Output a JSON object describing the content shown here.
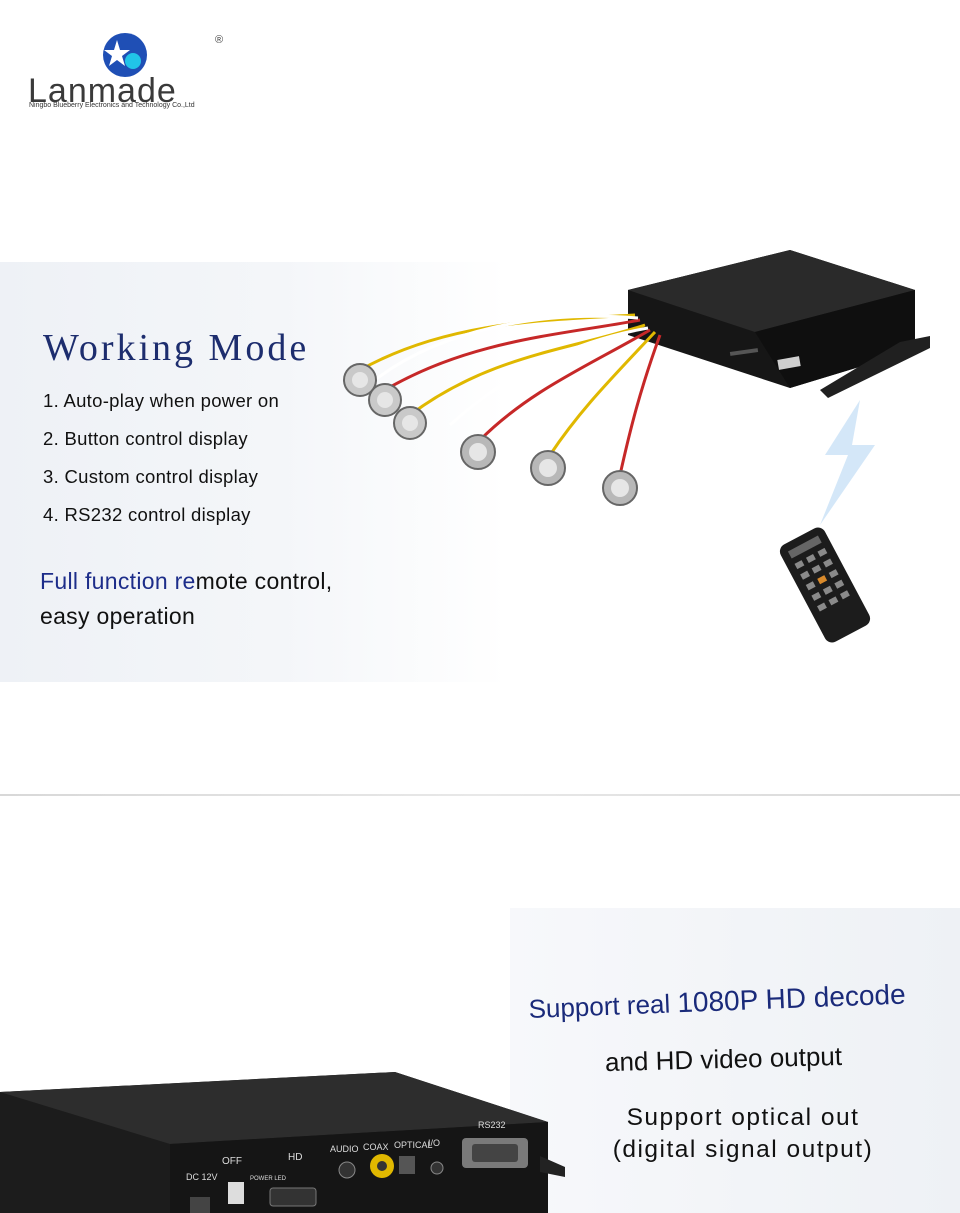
{
  "logo": {
    "brand": "Lanmade",
    "registered": "®",
    "company": "Ningbo Blueberry Electronics and Technology Co.,Ltd"
  },
  "working_mode": {
    "title": "Working Mode",
    "items": [
      "1. Auto-play when power on",
      "2. Button control display",
      "3. Custom control display",
      "4. RS232 control display"
    ]
  },
  "remote": {
    "highlight": "Full function re",
    "rest": "mote control,",
    "line2": "easy operation"
  },
  "hd": {
    "line1_a": "Support real ",
    "line1_b": "1080P HD decode",
    "line2": "and HD video output",
    "line3": "Support optical out",
    "line4": "(digital signal output)"
  },
  "ports": {
    "dc": "DC 12V",
    "off": "OFF",
    "power_led": "POWER LED",
    "hd": "HD",
    "audio": "AUDIO",
    "coax": "COAX",
    "optical": "OPTICAL",
    "io": "I/O",
    "rs232": "RS232"
  },
  "colors": {
    "title_blue": "#1d2d6e",
    "accent_blue": "#1a2a7a",
    "logo_blue": "#1f4fb5",
    "device_black": "#1b1b1b"
  }
}
